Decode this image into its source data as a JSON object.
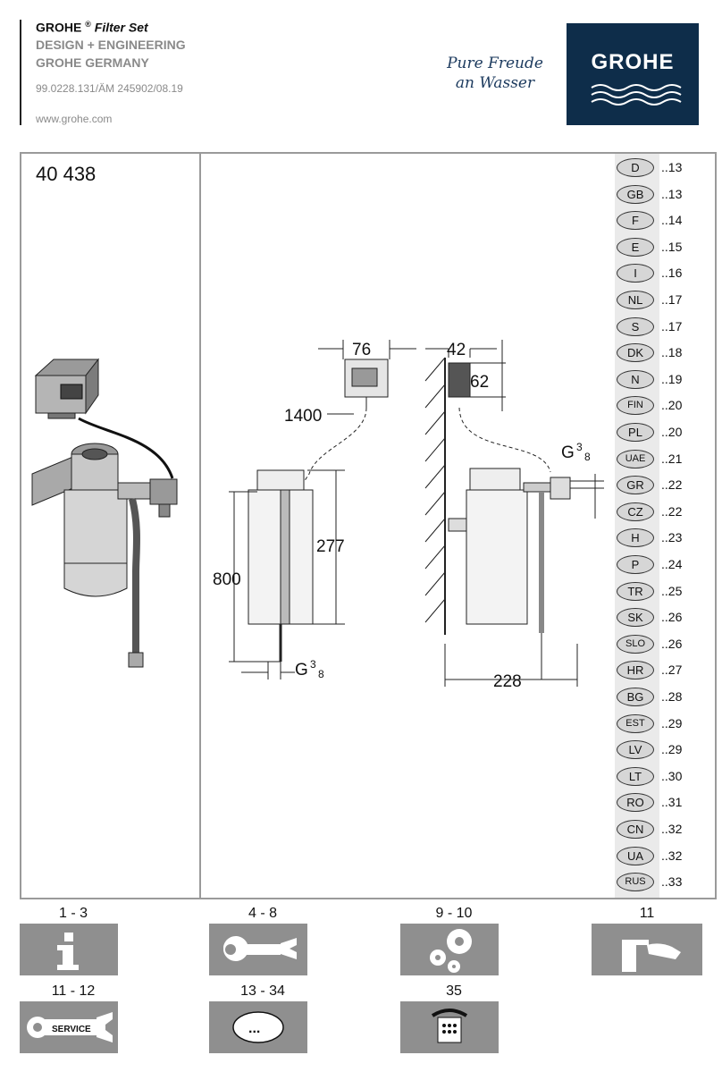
{
  "header": {
    "brand": "GROHE",
    "reg": "®",
    "product": "Filter Set",
    "line2": "DESIGN + ENGINEERING",
    "line3": "GROHE GERMANY",
    "docref": "99.0228.131/ÄM 245902/08.19",
    "website": "www.grohe.com",
    "slogan_l1": "Pure Freude",
    "slogan_l2": "an Wasser",
    "logo_text": "GROHE"
  },
  "model_number": "40 438",
  "dimensions": {
    "d76": "76",
    "d42": "42",
    "d62": "62",
    "d1400": "1400",
    "d277": "277",
    "d800": "800",
    "d228": "228",
    "thread_g": "G",
    "thread_frac_num": "3",
    "thread_frac_den": "8"
  },
  "languages": [
    {
      "code": "D",
      "page": "..13"
    },
    {
      "code": "GB",
      "page": "..13"
    },
    {
      "code": "F",
      "page": "..14"
    },
    {
      "code": "E",
      "page": "..15"
    },
    {
      "code": "I",
      "page": "..16"
    },
    {
      "code": "NL",
      "page": "..17"
    },
    {
      "code": "S",
      "page": "..17"
    },
    {
      "code": "DK",
      "page": "..18"
    },
    {
      "code": "N",
      "page": "..19"
    },
    {
      "code": "FIN",
      "page": "..20"
    },
    {
      "code": "PL",
      "page": "..20"
    },
    {
      "code": "UAE",
      "page": "..21"
    },
    {
      "code": "GR",
      "page": "..22"
    },
    {
      "code": "CZ",
      "page": "..22"
    },
    {
      "code": "H",
      "page": "..23"
    },
    {
      "code": "P",
      "page": "..24"
    },
    {
      "code": "TR",
      "page": "..25"
    },
    {
      "code": "SK",
      "page": "..26"
    },
    {
      "code": "SLO",
      "page": "..26"
    },
    {
      "code": "HR",
      "page": "..27"
    },
    {
      "code": "BG",
      "page": "..28"
    },
    {
      "code": "EST",
      "page": "..29"
    },
    {
      "code": "LV",
      "page": "..29"
    },
    {
      "code": "LT",
      "page": "..30"
    },
    {
      "code": "RO",
      "page": "..31"
    },
    {
      "code": "CN",
      "page": "..32"
    },
    {
      "code": "UA",
      "page": "..32"
    },
    {
      "code": "RUS",
      "page": "..33"
    }
  ],
  "sections": [
    {
      "pages": "1 - 3",
      "icon": "info-icon"
    },
    {
      "pages": "4 - 8",
      "icon": "wrench-icon"
    },
    {
      "pages": "9 - 10",
      "icon": "gears-icon"
    },
    {
      "pages": "11",
      "icon": "faucet-cleaning-icon"
    },
    {
      "pages": "11 - 12",
      "icon": "service-wrench-icon",
      "label": "SERVICE"
    },
    {
      "pages": "13 - 34",
      "icon": "ellipsis-icon",
      "label": "..."
    },
    {
      "pages": "35",
      "icon": "phone-icon"
    }
  ]
}
